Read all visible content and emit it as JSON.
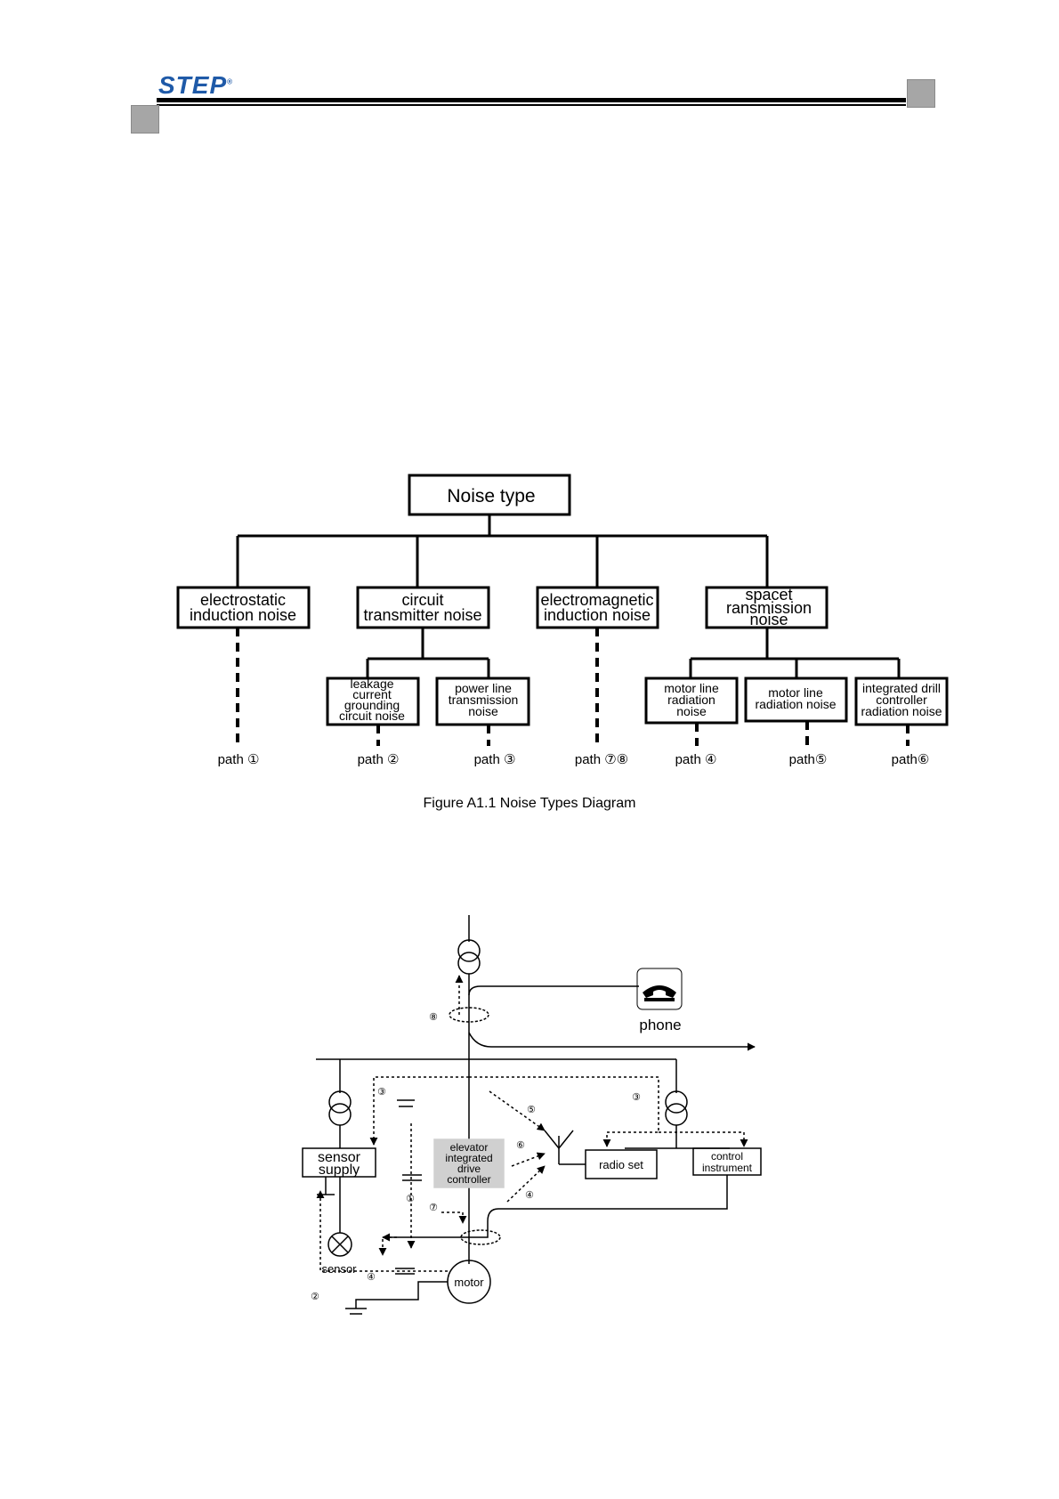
{
  "header": {
    "logo_text": "STEP",
    "logo_mark": "®"
  },
  "tree": {
    "root": "Noise type",
    "categories": [
      {
        "label_lines": [
          "electrostatic",
          "induction noise"
        ]
      },
      {
        "label_lines": [
          "circuit",
          "transmitter noise"
        ]
      },
      {
        "label_lines": [
          "electromagnetic",
          "induction noise"
        ]
      },
      {
        "label_lines": [
          "spacet",
          "ransmission",
          "noise"
        ]
      }
    ],
    "sub_items": [
      {
        "label_lines": [
          "leakage",
          "current",
          "grounding",
          "circuit noise"
        ]
      },
      {
        "label_lines": [
          "power line",
          "transmission",
          "noise"
        ]
      },
      {
        "label_lines": [
          "motor line",
          "radiation",
          "noise"
        ]
      },
      {
        "label_lines": [
          "motor line",
          "radiation noise"
        ]
      },
      {
        "label_lines": [
          "integrated drill",
          "controller",
          "radiation noise"
        ]
      }
    ],
    "paths": [
      "path ①",
      "path ②",
      "path ③",
      "path ⑦⑧",
      "path ④",
      "path⑤",
      "path⑥"
    ],
    "caption": "Figure A1.1 Noise Types Diagram"
  },
  "circuit": {
    "phone": "phone",
    "sensor_supply_lines": [
      "sensor",
      "supply"
    ],
    "controller_lines": [
      "elevator",
      "integrated",
      "drive",
      "controller"
    ],
    "radio_set": "radio set",
    "control_instrument_lines": [
      "control",
      "instrument"
    ],
    "sensor": "sensor",
    "motor": "motor",
    "markers": [
      "①",
      "②",
      "③",
      "③",
      "④",
      "④",
      "⑤",
      "⑥",
      "⑦",
      "⑧"
    ]
  }
}
